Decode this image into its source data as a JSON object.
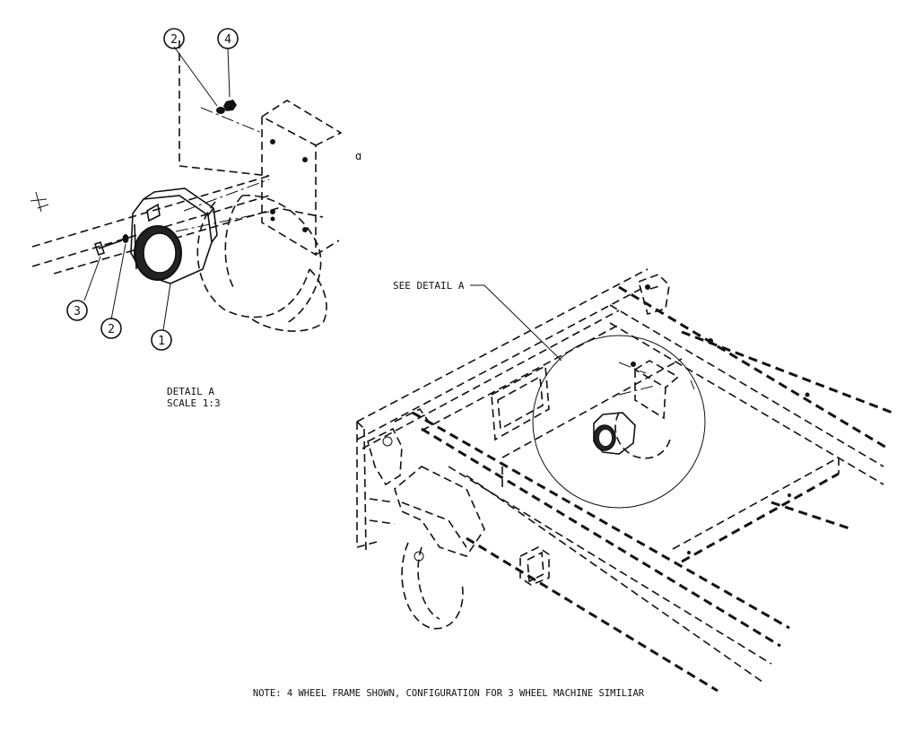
{
  "callouts": {
    "c1": "1",
    "c2a": "2",
    "c2b": "2",
    "c3": "3",
    "c4": "4"
  },
  "detail": {
    "title": "DETAIL  A",
    "scale": "SCALE  1:3",
    "see_detail": "SEE DETAIL  A"
  },
  "note": "NOTE:  4 WHEEL FRAME SHOWN, CONFIGURATION FOR 3 WHEEL MACHINE SIMILIAR",
  "colors": {
    "ink": "#111111",
    "paper": "#ffffff"
  }
}
